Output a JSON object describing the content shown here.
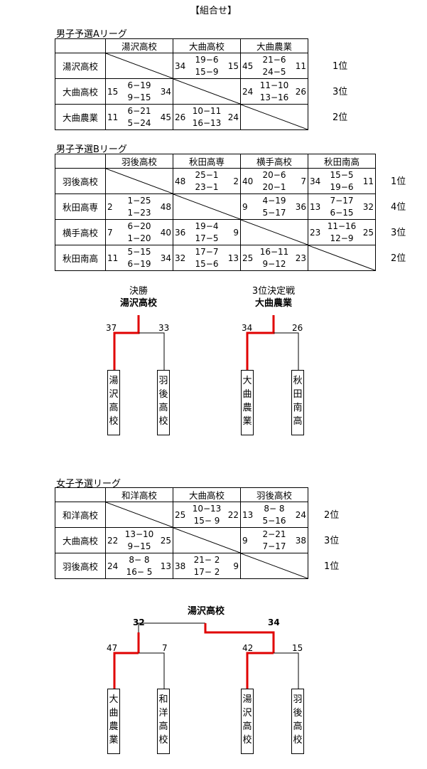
{
  "title": "【組合せ】",
  "leagueA": {
    "caption": "男子予選Aリーグ",
    "headers": [
      "湯沢高校",
      "大曲高校",
      "大曲農業"
    ],
    "rows": [
      {
        "name": "湯沢高校",
        "cells": [
          null,
          {
            "l": "34",
            "s1": "19−6",
            "s2": "15−9",
            "r": "15"
          },
          {
            "l": "45",
            "s1": "21−6",
            "s2": "24−5",
            "r": "11"
          }
        ],
        "rank": "1位"
      },
      {
        "name": "大曲高校",
        "cells": [
          {
            "l": "15",
            "s1": "6−19",
            "s2": "9−15",
            "r": "34"
          },
          null,
          {
            "l": "24",
            "s1": "11−10",
            "s2": "13−16",
            "r": "26"
          }
        ],
        "rank": "3位"
      },
      {
        "name": "大曲農業",
        "cells": [
          {
            "l": "11",
            "s1": "6−21",
            "s2": "5−24",
            "r": "45"
          },
          {
            "l": "26",
            "s1": "10−11",
            "s2": "16−13",
            "r": "24"
          },
          null
        ],
        "rank": "2位"
      }
    ]
  },
  "leagueB": {
    "caption": "男子予選Bリーグ",
    "headers": [
      "羽後高校",
      "秋田高専",
      "横手高校",
      "秋田南高"
    ],
    "rows": [
      {
        "name": "羽後高校",
        "cells": [
          null,
          {
            "l": "48",
            "s1": "25−1",
            "s2": "23−1",
            "r": "2"
          },
          {
            "l": "40",
            "s1": "20−6",
            "s2": "20−1",
            "r": "7"
          },
          {
            "l": "34",
            "s1": "15−5",
            "s2": "19−6",
            "r": "11"
          }
        ],
        "rank": "1位"
      },
      {
        "name": "秋田高専",
        "cells": [
          {
            "l": "2",
            "s1": "1−25",
            "s2": "1−23",
            "r": "48"
          },
          null,
          {
            "l": "9",
            "s1": "4−19",
            "s2": "5−17",
            "r": "36"
          },
          {
            "l": "13",
            "s1": "7−17",
            "s2": "6−15",
            "r": "32"
          }
        ],
        "rank": "4位"
      },
      {
        "name": "横手高校",
        "cells": [
          {
            "l": "7",
            "s1": "6−20",
            "s2": "1−20",
            "r": "40"
          },
          {
            "l": "36",
            "s1": "19−4",
            "s2": "17−5",
            "r": "9"
          },
          null,
          {
            "l": "23",
            "s1": "11−16",
            "s2": "12−9",
            "r": "25"
          }
        ],
        "rank": "3位"
      },
      {
        "name": "秋田南高",
        "cells": [
          {
            "l": "11",
            "s1": "5−15",
            "s2": "6−19",
            "r": "34"
          },
          {
            "l": "32",
            "s1": "17−7",
            "s2": "15−6",
            "r": "13"
          },
          {
            "l": "25",
            "s1": "16−11",
            "s2": "9−12",
            "r": "23"
          },
          null
        ],
        "rank": "2位"
      }
    ]
  },
  "final": {
    "label": "決勝",
    "winner": "湯沢高校",
    "left_score": "37",
    "right_score": "33",
    "left_team": "湯沢高校",
    "right_team": "羽後高校"
  },
  "third": {
    "label": "3位決定戦",
    "winner": "大曲農業",
    "left_score": "34",
    "right_score": "26",
    "left_team": "大曲農業",
    "right_team": "秋田南高"
  },
  "leagueW": {
    "caption": "女子予選リーグ",
    "headers": [
      "和洋高校",
      "大曲高校",
      "羽後高校"
    ],
    "rows": [
      {
        "name": "和洋高校",
        "cells": [
          null,
          {
            "l": "25",
            "s1": "10−13",
            "s2": "15− 9",
            "r": "22"
          },
          {
            "l": "13",
            "s1": "8− 8",
            "s2": "5−16",
            "r": "24"
          }
        ],
        "rank": "2位"
      },
      {
        "name": "大曲高校",
        "cells": [
          {
            "l": "22",
            "s1": "13−10",
            "s2": "9−15",
            "r": "25"
          },
          null,
          {
            "l": "9",
            "s1": "2−21",
            "s2": "7−17",
            "r": "38"
          }
        ],
        "rank": "3位"
      },
      {
        "name": "羽後高校",
        "cells": [
          {
            "l": "24",
            "s1": "8− 8",
            "s2": "16− 5",
            "r": "13"
          },
          {
            "l": "38",
            "s1": "21− 2",
            "s2": "17− 2",
            "r": "9"
          },
          null
        ],
        "rank": "1位"
      }
    ]
  },
  "women_bracket": {
    "champion": "湯沢高校",
    "final_left": "32",
    "final_right": "34",
    "semi1_left": "47",
    "semi1_right": "7",
    "semi2_left": "42",
    "semi2_right": "15",
    "teams": [
      "大曲農業",
      "和洋高校",
      "湯沢高校",
      "羽後高校"
    ]
  },
  "colors": {
    "winner_line": "#e00000",
    "line": "#000000"
  }
}
